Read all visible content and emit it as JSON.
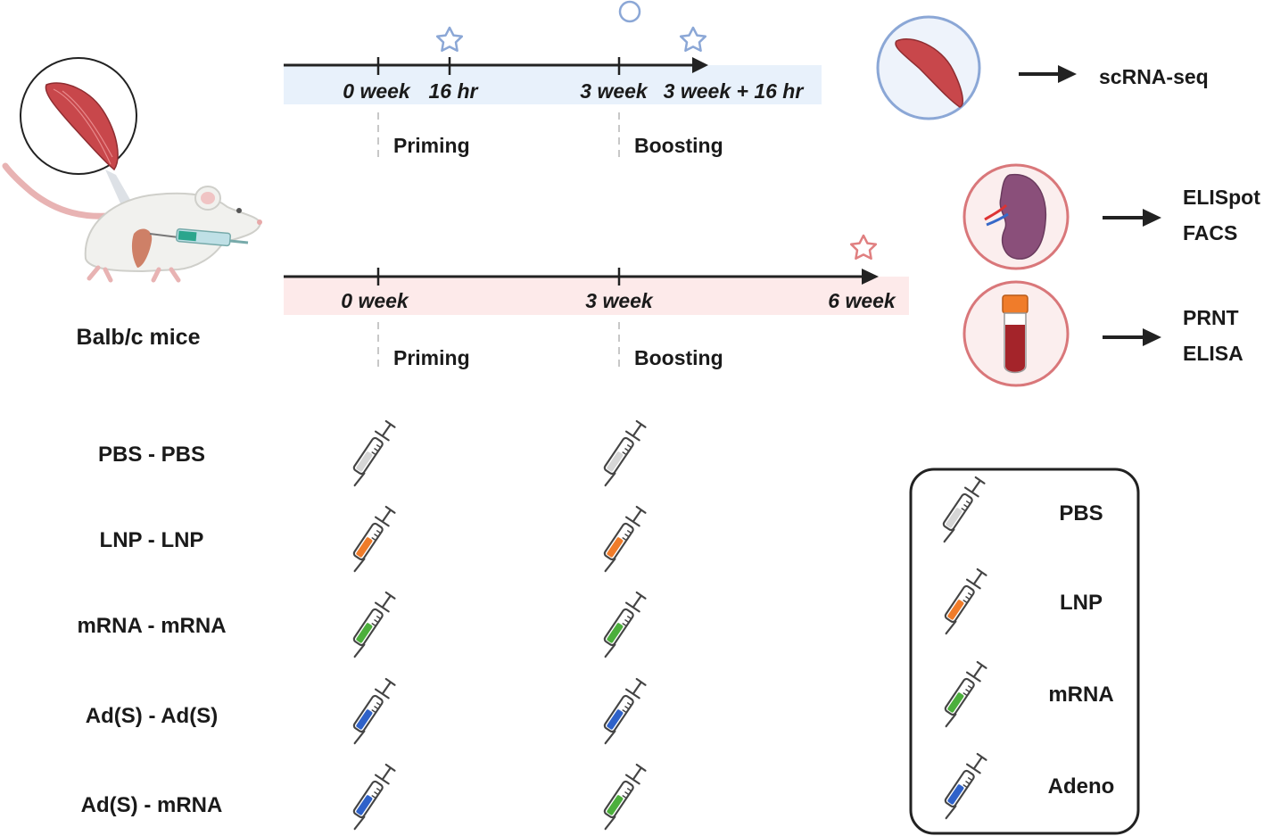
{
  "mouse": {
    "label": "Balb/c mice"
  },
  "timeline_top": {
    "band_color": "#e8f1fb",
    "ticks": [
      "0 week",
      "16 hr",
      "3 week",
      "3 week + 16 hr"
    ],
    "phases": [
      "Priming",
      "Boosting"
    ],
    "marker_color": "#8ba7d6"
  },
  "timeline_bottom": {
    "band_color": "#fdeaea",
    "ticks": [
      "0 week",
      "3 week",
      "6 week"
    ],
    "phases": [
      "Priming",
      "Boosting"
    ],
    "marker_color": "#e07f80"
  },
  "readouts": [
    {
      "organ": "muscle-icon",
      "ring_color": "#8ba7d6",
      "labels": [
        "scRNA-seq"
      ]
    },
    {
      "organ": "spleen-icon",
      "ring_color": "#d9777a",
      "labels": [
        "ELISpot",
        "FACS"
      ]
    },
    {
      "organ": "blood-tube-icon",
      "ring_color": "#d9777a",
      "labels": [
        "PRNT",
        "ELISA"
      ]
    }
  ],
  "groups": [
    {
      "label": "PBS - PBS",
      "prime": "#d6d6d6",
      "boost": "#d6d6d6"
    },
    {
      "label": "LNP - LNP",
      "prime": "#f07c2a",
      "boost": "#f07c2a"
    },
    {
      "label": "mRNA - mRNA",
      "prime": "#4caf3c",
      "boost": "#4caf3c"
    },
    {
      "label": "Ad(S) - Ad(S)",
      "prime": "#2f62c9",
      "boost": "#2f62c9"
    },
    {
      "label": "Ad(S) - mRNA",
      "prime": "#2f62c9",
      "boost": "#4caf3c"
    }
  ],
  "legend": [
    {
      "label": "PBS",
      "color": "#d6d6d6"
    },
    {
      "label": "LNP",
      "color": "#f07c2a"
    },
    {
      "label": "mRNA",
      "color": "#4caf3c"
    },
    {
      "label": "Adeno",
      "color": "#2f62c9"
    }
  ]
}
